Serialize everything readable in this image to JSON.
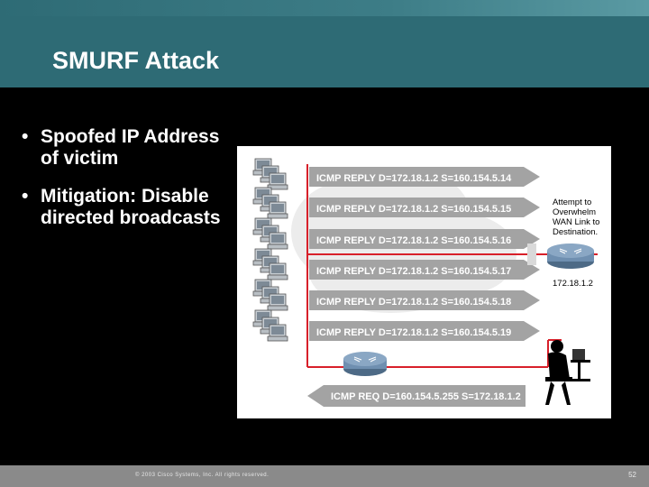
{
  "slide": {
    "title": "SMURF Attack",
    "bullets": [
      {
        "text": "Spoofed IP Address of victim"
      },
      {
        "text": "Mitigation: Disable directed broadcasts"
      }
    ],
    "bullet_glyph": "•"
  },
  "diagram": {
    "replies": [
      "ICMP REPLY D=172.18.1.2 S=160.154.5.14",
      "ICMP REPLY D=172.18.1.2 S=160.154.5.15",
      "ICMP REPLY D=172.18.1.2 S=160.154.5.16",
      "ICMP REPLY D=172.18.1.2 S=160.154.5.17",
      "ICMP REPLY D=172.18.1.2 S=160.154.5.18",
      "ICMP REPLY D=172.18.1.2 S=160.154.5.19"
    ],
    "request": "ICMP REQ D=160.154.5.255 S=172.18.1.2",
    "note_lines": [
      "Attempt to",
      "Overwhelm",
      "WAN Link to",
      "Destination."
    ],
    "victim_ip": "172.18.1.2",
    "colors": {
      "packet": "#a3a3a3",
      "line": "#d8202a",
      "router": "#6f8fb0"
    }
  },
  "footer": {
    "copyright": "© 2003 Cisco Systems, Inc. All rights reserved.",
    "page": "52"
  }
}
